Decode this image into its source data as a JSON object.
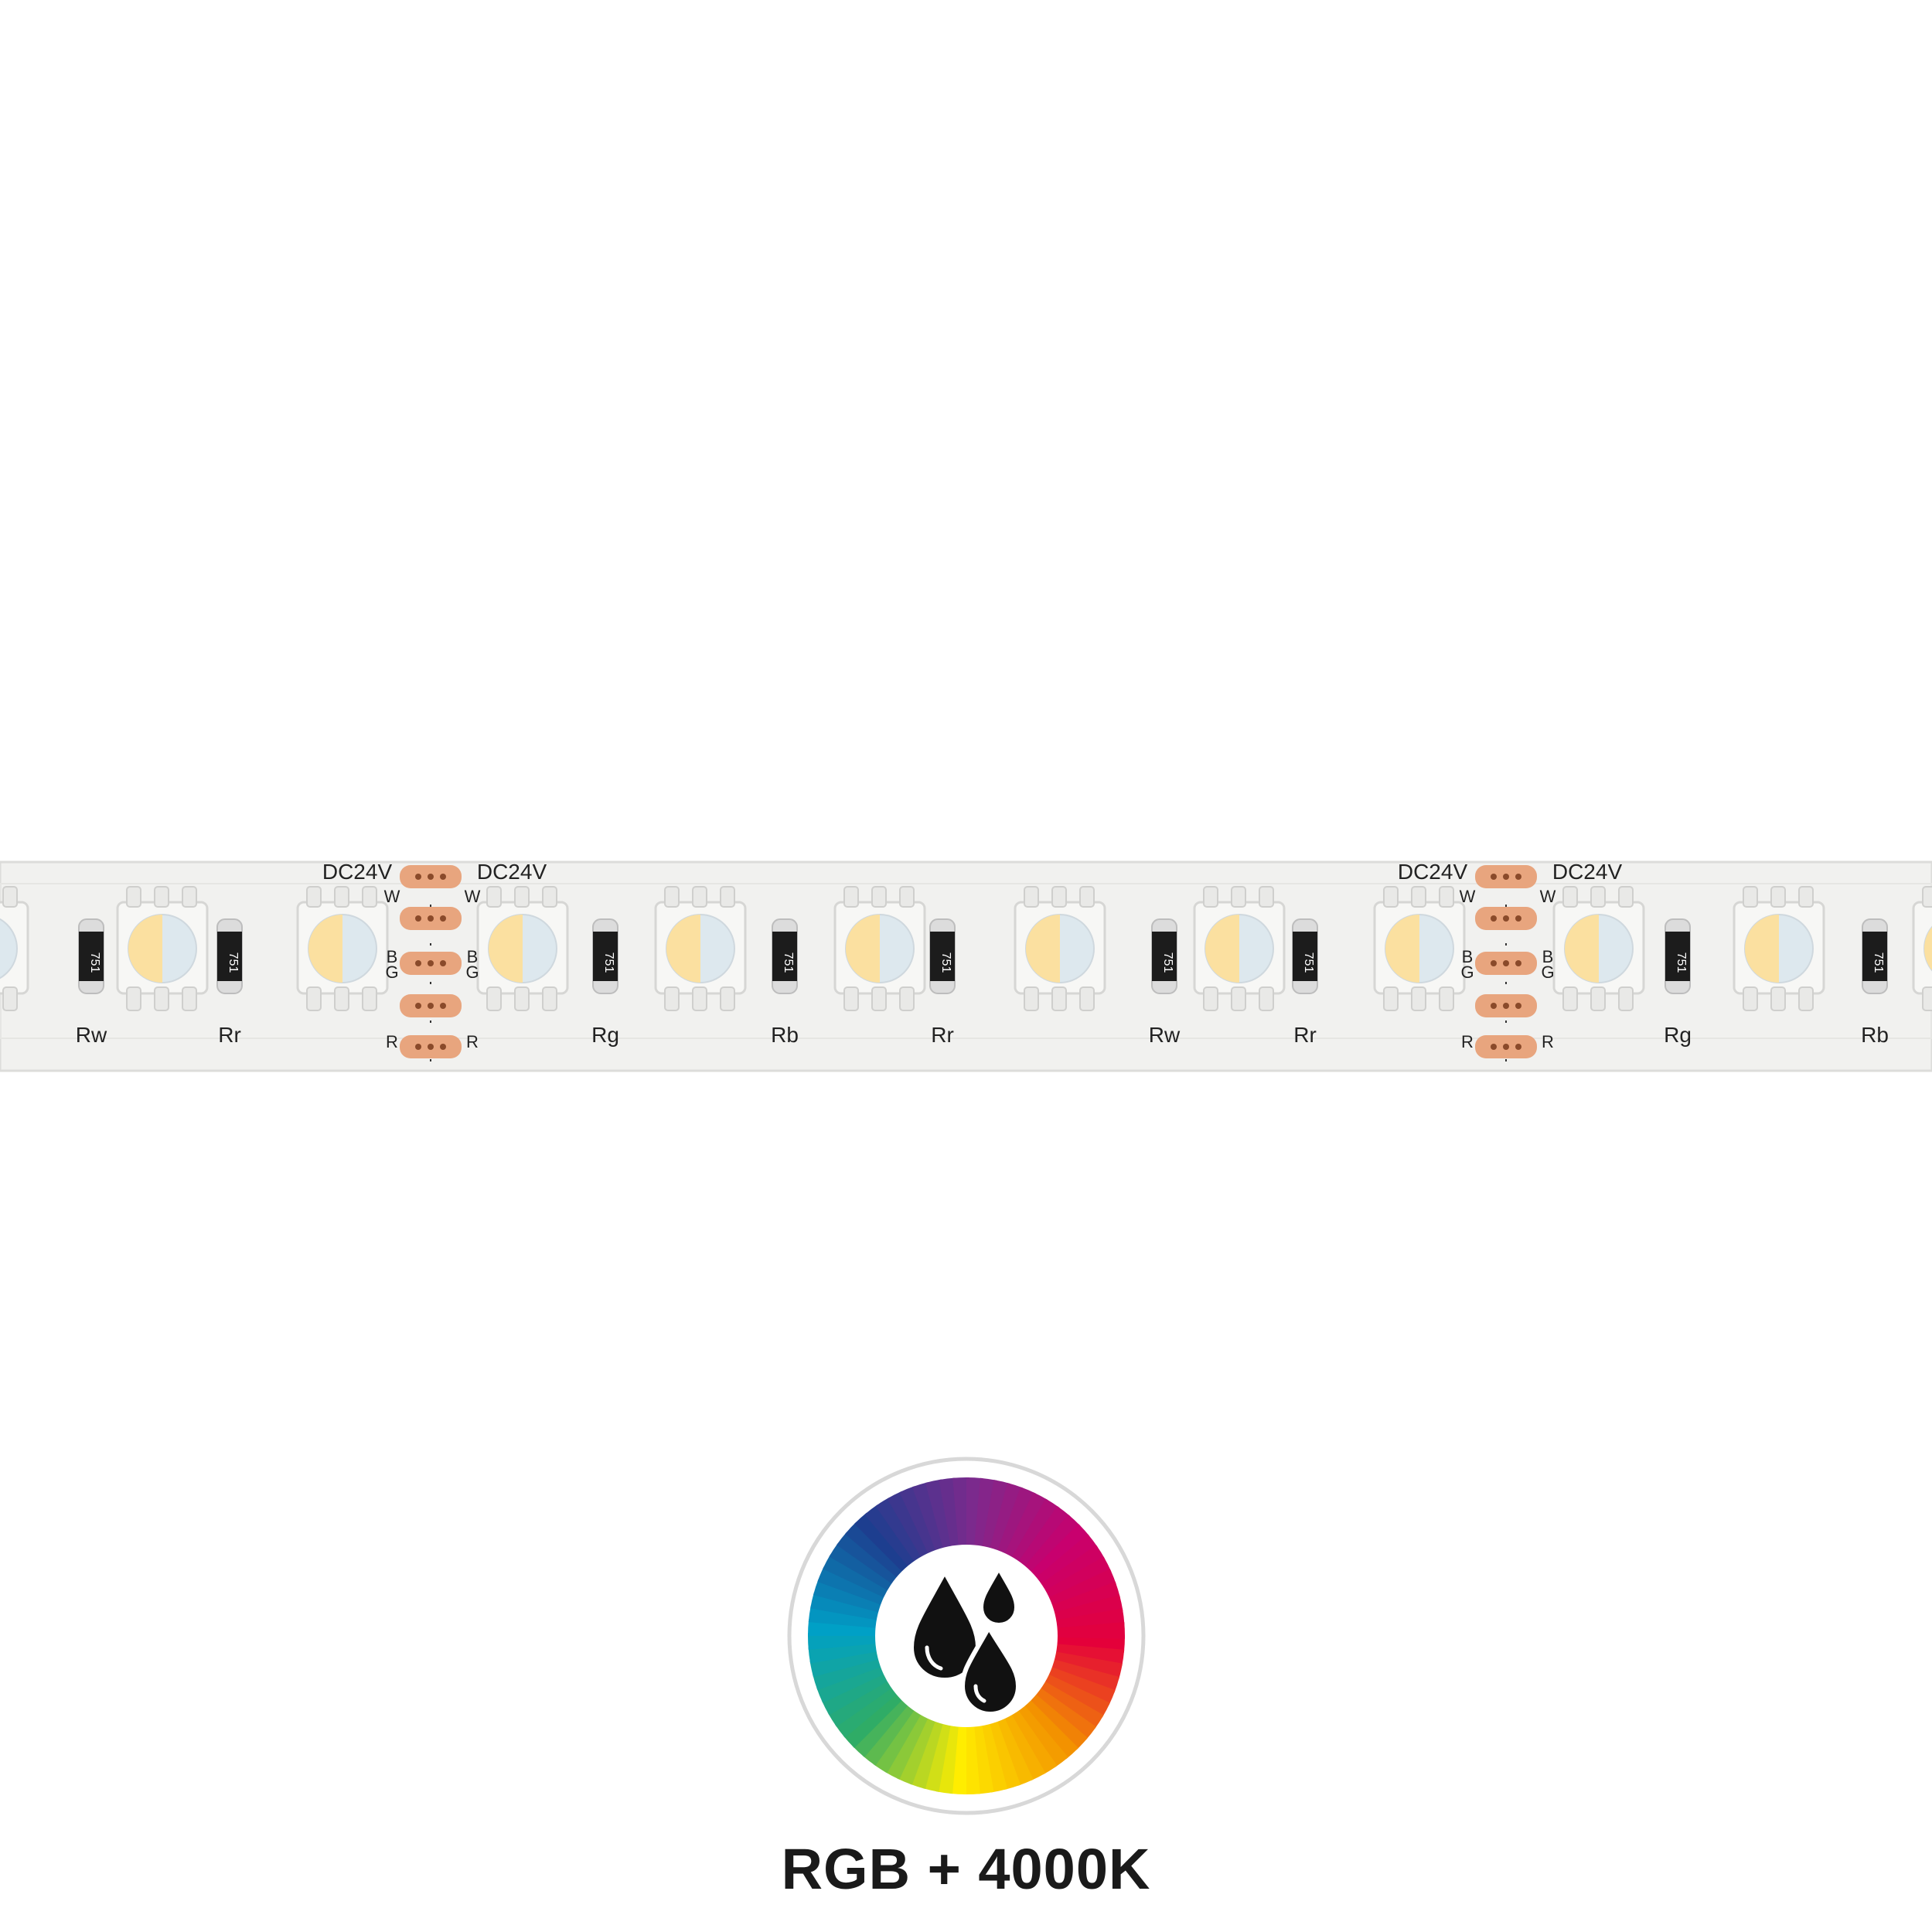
{
  "strip": {
    "voltage_label": "DC24V",
    "resistor_code": "751",
    "pad_labels": [
      "W",
      "B",
      "G",
      "R"
    ],
    "resistor_labels": [
      "Rw",
      "Rr",
      "Rg",
      "Rb",
      "Rr",
      "Rw",
      "Rr",
      "Rg",
      "Rb"
    ],
    "colors": {
      "pcb": "#f1f1ef",
      "copper_pad": "#e8a57e",
      "resistor": "#1c1c1c",
      "led_warm": "#fbe0a0",
      "led_cool": "#dde8ee"
    }
  },
  "badge": {
    "icon": "water-drops-icon",
    "ring": "rgb-color-wheel",
    "colors": [
      "#e4003a",
      "#f39200",
      "#ffed00",
      "#2fac66",
      "#00a0c6",
      "#1d3e8f",
      "#7b2a8d",
      "#c8006e"
    ]
  },
  "caption": "RGB + 4000K"
}
